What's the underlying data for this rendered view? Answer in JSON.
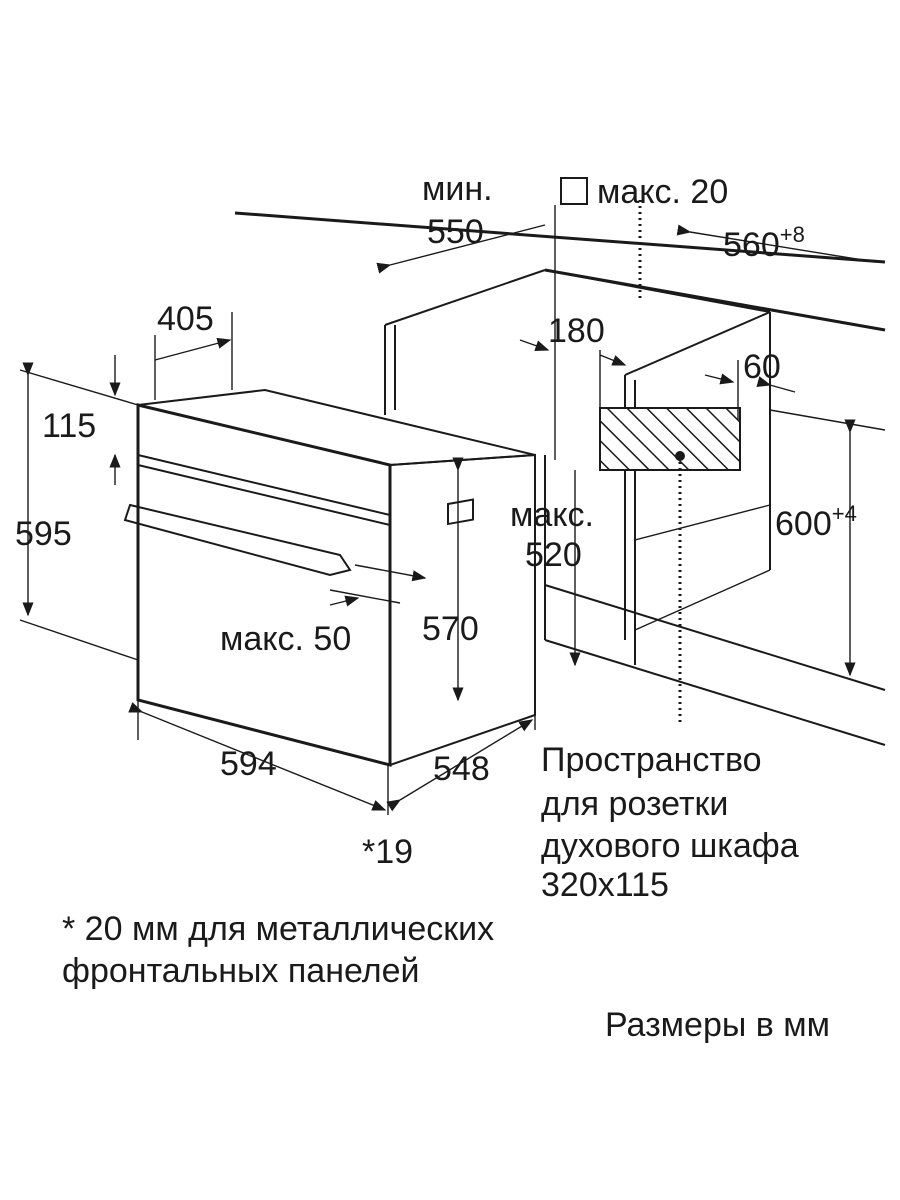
{
  "dimensions": {
    "min_label": "мин.",
    "d550": "550",
    "max20": "макс. 20",
    "d560": "560",
    "d560_tol": "+8",
    "d405": "405",
    "d180": "180",
    "d60": "60",
    "d115": "115",
    "d595": "595",
    "max_label": "макс.",
    "d520": "520",
    "d600": "600",
    "d600_tol": "+4",
    "max50": "макс. 50",
    "d570": "570",
    "d594": "594",
    "d548": "548",
    "star19": "*19"
  },
  "socket_note": {
    "line1": "Пространство",
    "line2": "для розетки",
    "line3": "духового шкафа",
    "line4": "320x115"
  },
  "footnote": {
    "line1": "* 20 мм для металлических",
    "line2": "фронтальных панелей"
  },
  "units_note": "Размеры в мм"
}
